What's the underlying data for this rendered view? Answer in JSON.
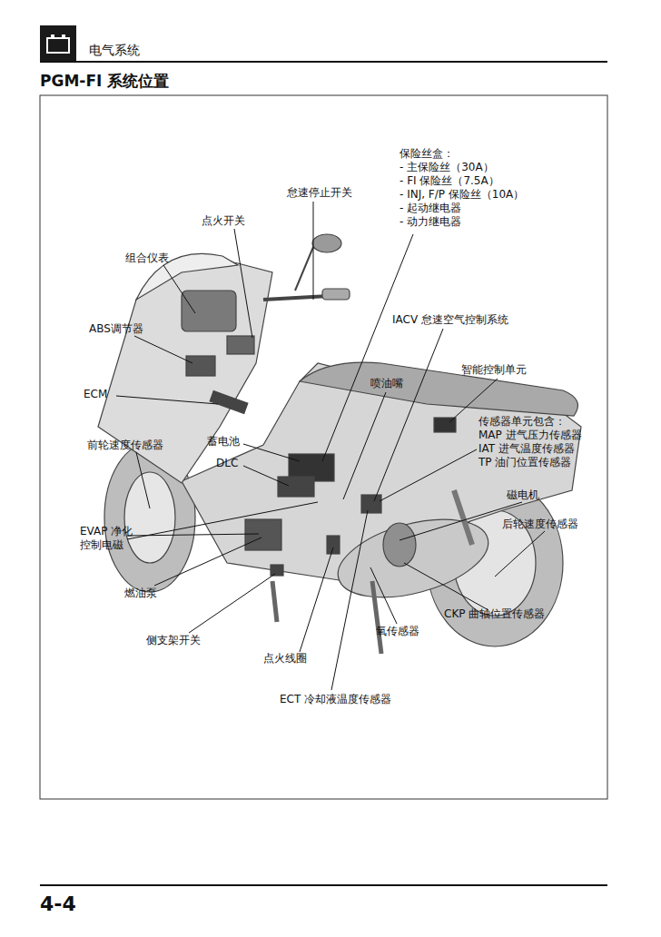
{
  "diagram": {
    "title": "PGM-FI 系统位置",
    "labels": [
      "电气系统",
      "保险丝盒：",
      "- 主保险丝（30A）",
      "- FI 保险丝（7.5A）",
      "- INJ, F/P 保险丝（10A）",
      "- 起动继电器",
      "- 动力继电器",
      "怠速停止开关",
      "点火开关",
      "组合仪表",
      "IACV 怠速空气控制系统",
      "ABS调节器",
      "喷油嘴",
      "智能控制单元",
      "ECM",
      "传感器单元包含：",
      "MAP 进气压力传感器",
      "IAT 进气温度传感器",
      "TP 油门位置传感器",
      "前轮速度传感器",
      "蓄电池",
      "DLC",
      "磁电机",
      "后轮速度传感器",
      "EVAP 净化 控制电磁",
      "燃油泵",
      "CKP 曲轴位置传感器",
      "氧传感器",
      "侧支架开关",
      "点火线圈",
      "ECT 冷却液温度传感器",
      "4-4"
    ]
  }
}
